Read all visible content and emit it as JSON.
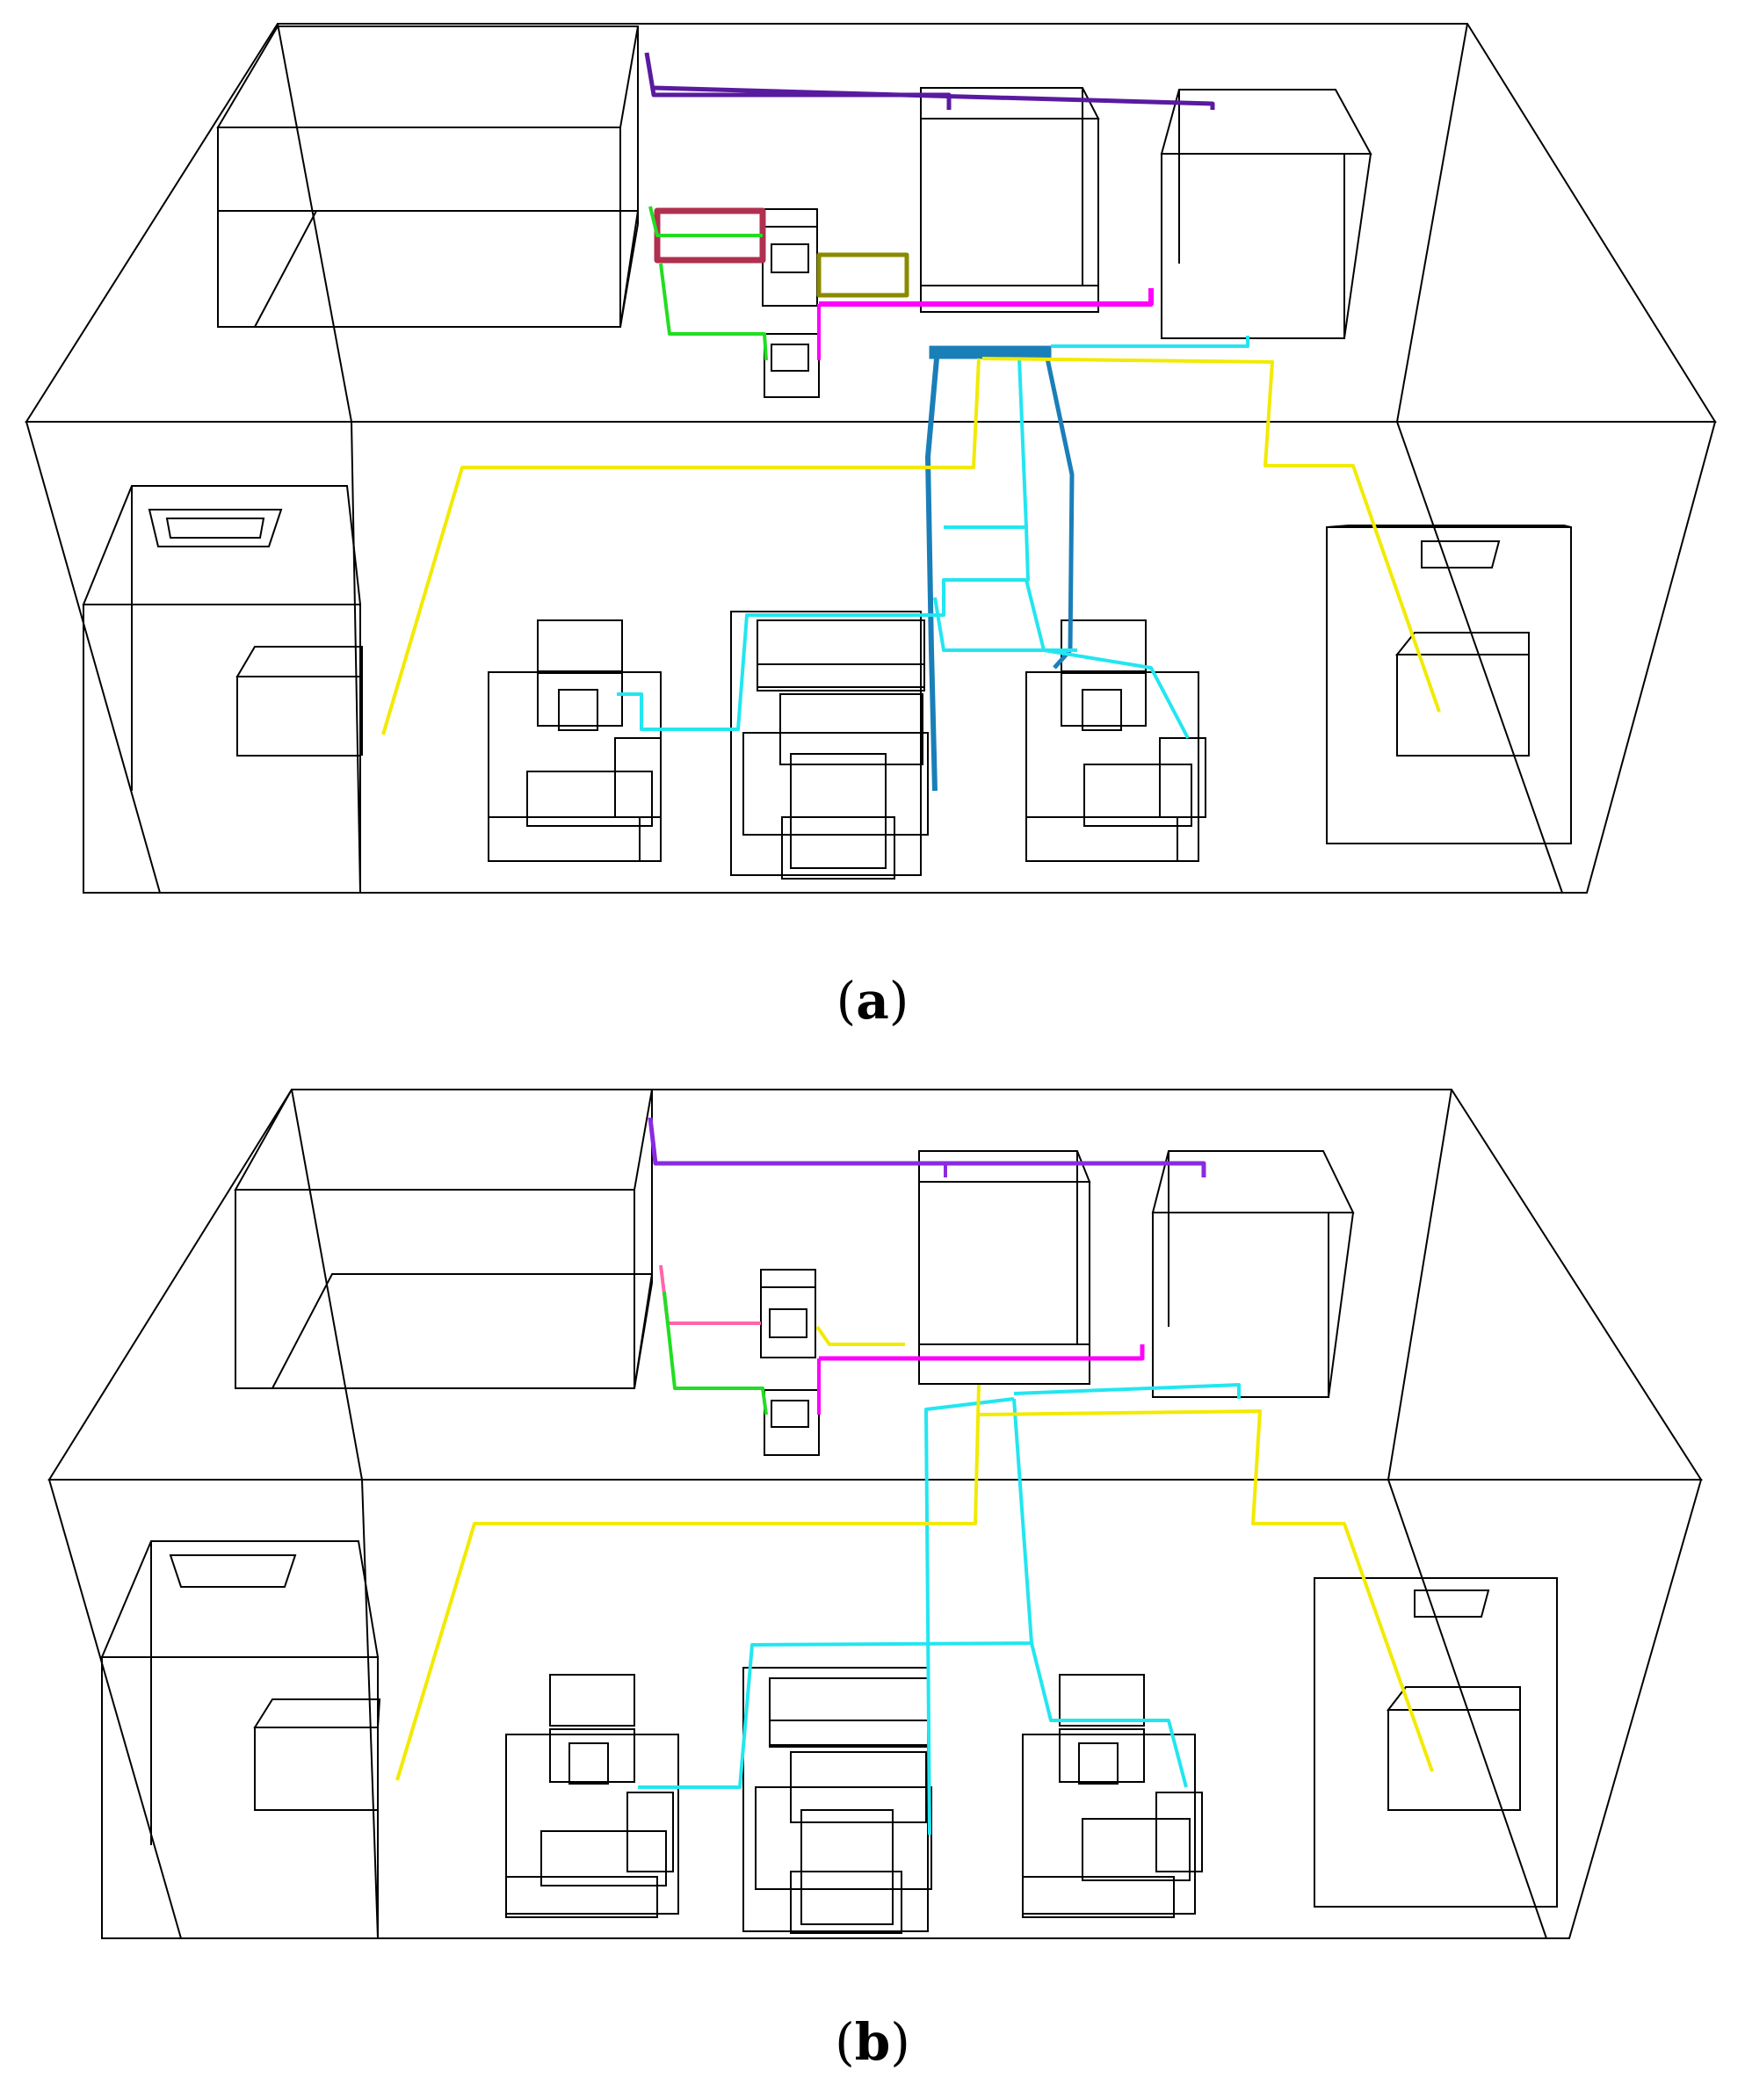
{
  "panels": [
    {
      "id": "a",
      "caption_open": "(",
      "caption_letter": "a",
      "caption_close": ")"
    },
    {
      "id": "b",
      "caption_open": "(",
      "caption_letter": "b",
      "caption_close": ")"
    }
  ],
  "colors": {
    "wireframe": "#000000",
    "pipe_purple": "#5a1aa0",
    "pipe_violet": "#8a2be2",
    "pipe_crimson": "#b03050",
    "pipe_pink": "#ff66aa",
    "pipe_green": "#22dd22",
    "pipe_olive": "#8a8a00",
    "pipe_magenta": "#ff00ff",
    "pipe_cyan": "#22e6f0",
    "pipe_blue": "#1a7fb8",
    "pipe_yellow": "#f2ea00"
  }
}
